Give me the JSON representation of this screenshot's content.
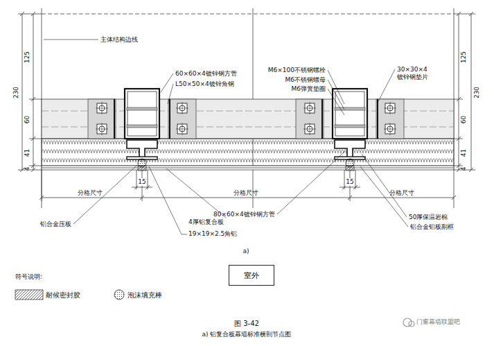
{
  "diagram": {
    "title": "图 3-42",
    "caption": "a) 铝复合板幕墙标准横剖节点图",
    "nodes": [
      {
        "text": [
          "室外"
        ]
      }
    ],
    "labels": [
      "主体结构边线",
      "60×60×4镀锌钢方管",
      "L50×50×4镀锌角钢",
      "M6×100不锈钢螺栓",
      "M6不锈钢螺母",
      "M6弹簧垫圈",
      "30×30×4 镀锌钢垫片",
      "80×60×4镀锌钢方管",
      "4厚铝复合板",
      "19×19×2.5角铝",
      "铝合金压板",
      "50厚保温岩棉",
      "铝合金铝板副框",
      "分格尺寸",
      "分格尺寸",
      "分格尺寸",
      "15",
      "15",
      "230",
      "125",
      "60",
      "41",
      "4",
      "125",
      "230",
      "60",
      "41",
      "4",
      "a)",
      "符号说明:",
      "门窗幕墙联盟吧"
    ],
    "legend": [
      {
        "text": "耐候密封胶"
      },
      {
        "text": "泡沫填充棒"
      }
    ]
  }
}
